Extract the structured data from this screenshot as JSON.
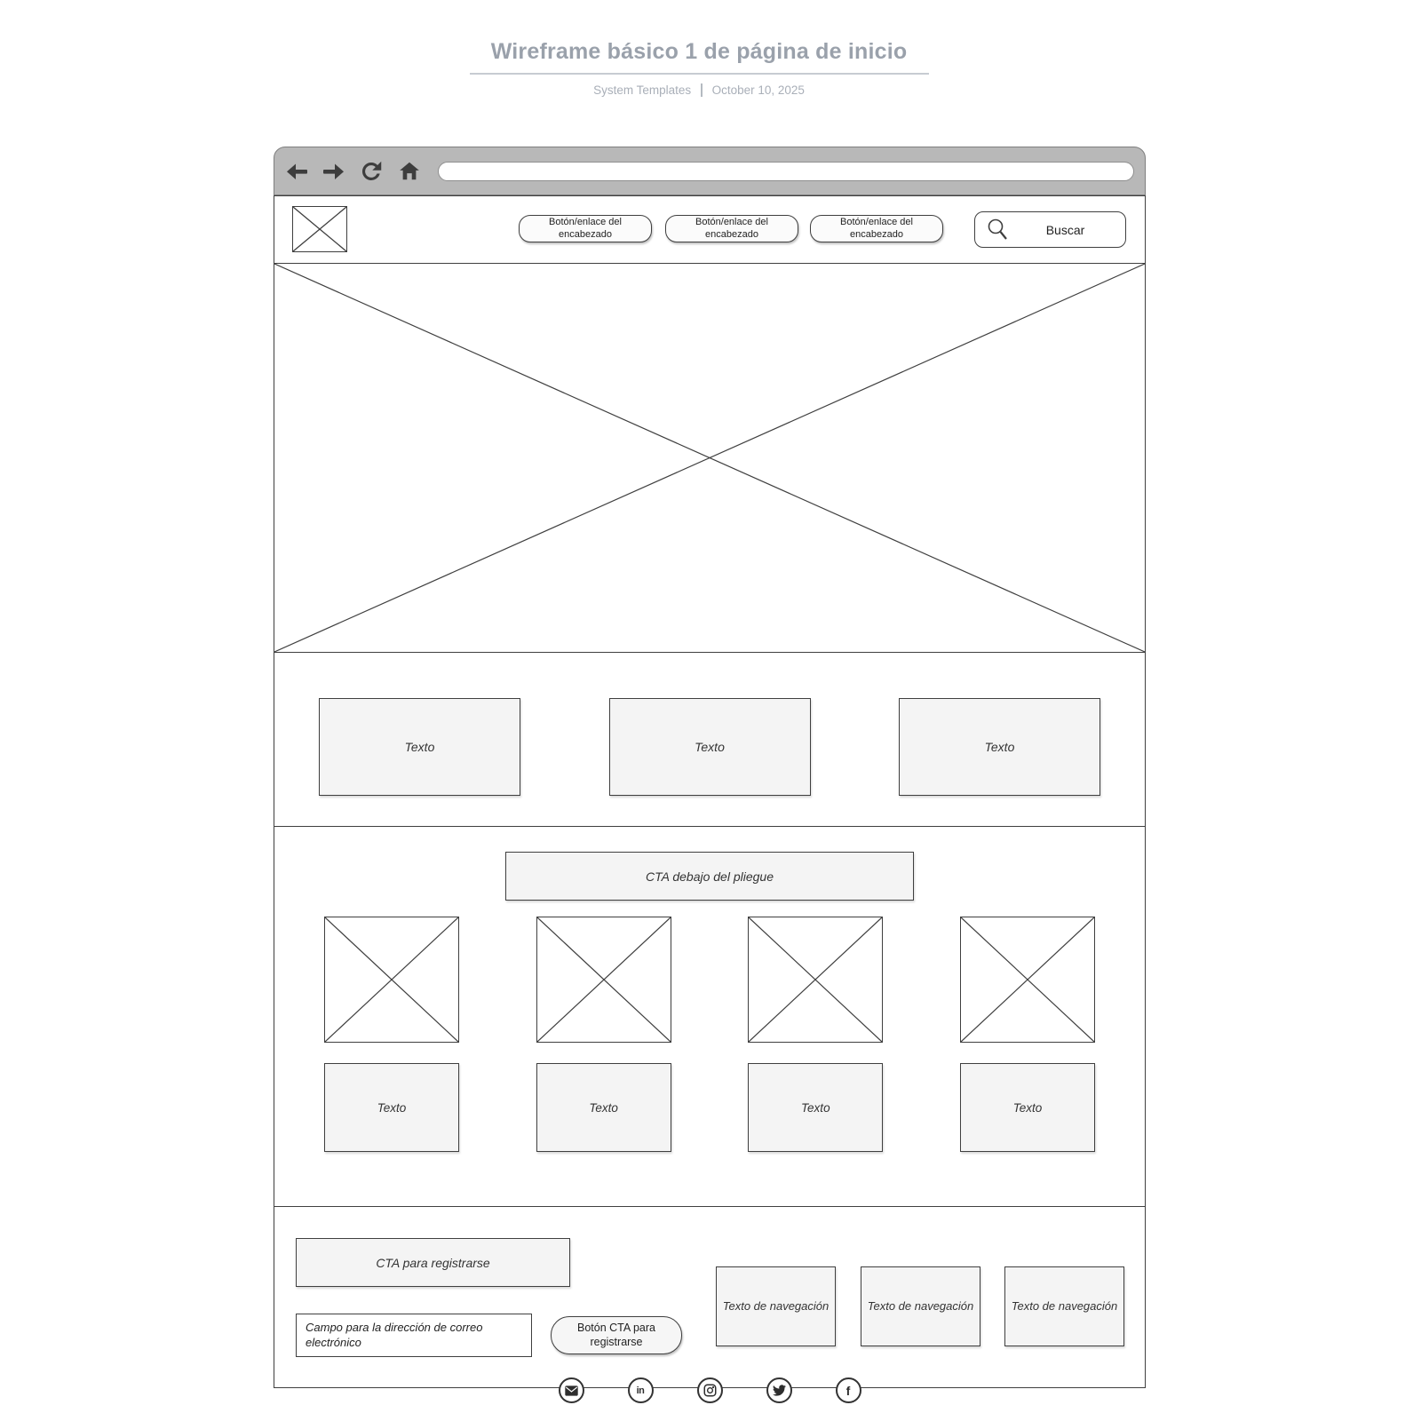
{
  "doc": {
    "title": "Wireframe básico 1 de página de inicio",
    "source": "System Templates",
    "date": "October 10, 2025"
  },
  "browser": {
    "toolbar_icons": [
      "back-arrow",
      "forward-arrow",
      "refresh",
      "home"
    ],
    "url_value": ""
  },
  "header": {
    "logo_icon": "image-placeholder",
    "nav_buttons": [
      {
        "label": "Botón/enlace del encabezado"
      },
      {
        "label": "Botón/enlace del encabezado"
      },
      {
        "label": "Botón/enlace del encabezado"
      }
    ],
    "search": {
      "icon": "magnifier",
      "label": "Buscar"
    }
  },
  "hero": {
    "placeholder": "image-placeholder"
  },
  "features": [
    {
      "label": "Texto"
    },
    {
      "label": "Texto"
    },
    {
      "label": "Texto"
    }
  ],
  "below_fold": {
    "cta_label": "CTA debajo del pliegue",
    "cards": [
      {
        "image": "image-placeholder",
        "label": "Texto"
      },
      {
        "image": "image-placeholder",
        "label": "Texto"
      },
      {
        "image": "image-placeholder",
        "label": "Texto"
      },
      {
        "image": "image-placeholder",
        "label": "Texto"
      }
    ]
  },
  "footer": {
    "cta_label": "CTA para registrarse",
    "email_field": {
      "placeholder": "Campo para la dirección de correo electrónico"
    },
    "button_label": "Botón CTA para registrarse",
    "nav_items": [
      {
        "label": "Texto de navegación"
      },
      {
        "label": "Texto de navegación"
      },
      {
        "label": "Texto de navegación"
      }
    ],
    "social_icons": [
      {
        "name": "email-icon"
      },
      {
        "name": "linkedin-icon",
        "text": "in"
      },
      {
        "name": "instagram-icon"
      },
      {
        "name": "twitter-icon"
      },
      {
        "name": "facebook-icon",
        "text": "f"
      }
    ]
  },
  "colors": {
    "title_text": "#9aa1ab",
    "meta_text": "#a9afb8",
    "browser_bar_bg": "#b8b8b8",
    "frame_border": "#3f3f3f",
    "placeholder_fill": "#f4f4f4",
    "icon_dark": "#333333"
  }
}
